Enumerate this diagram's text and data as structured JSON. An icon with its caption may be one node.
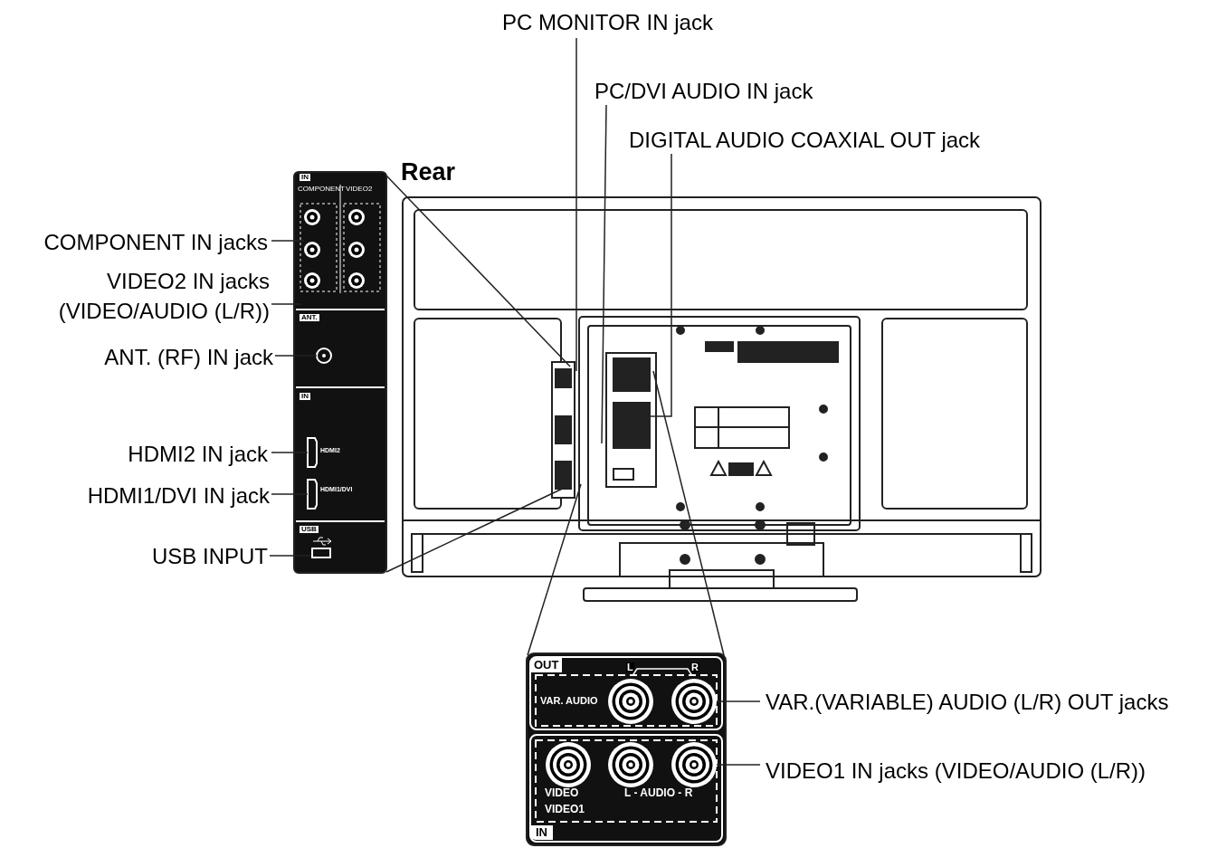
{
  "diagram": {
    "nodes": [
      {
        "text": [
          "PC MONITOR IN jack"
        ]
      },
      {
        "text": [
          "PC/DVI AUDIO IN jack"
        ]
      },
      {
        "text": [
          "DIGITAL AUDIO COAXIAL OUT jack"
        ]
      },
      {
        "text": [
          "COMPONENT IN jacks"
        ]
      },
      {
        "text": [
          "VIDEO2 IN jacks (VIDEO/AUDIO (L/R))"
        ]
      },
      {
        "text": [
          "ANT. (RF) IN jack"
        ]
      },
      {
        "text": [
          "HDMI2 IN jack"
        ]
      },
      {
        "text": [
          "HDMI1/DVI IN jack"
        ]
      },
      {
        "text": [
          "USB INPUT"
        ]
      },
      {
        "text": [
          "VAR.(VARIABLE) AUDIO (L/R) OUT jacks"
        ]
      },
      {
        "text": [
          "VIDEO1 IN jacks (VIDEO/AUDIO (L/R))"
        ]
      },
      {
        "text": [],
        "shape": "box"
      },
      {
        "text": [],
        "shape": "box"
      },
      {
        "text": [],
        "shape": "circle"
      },
      {
        "text": [],
        "shape": "circle"
      }
    ],
    "edges": [
      {
        "from": 0,
        "to": null,
        "arrow": "none"
      },
      {
        "from": 1,
        "to": null,
        "arrow": "none"
      },
      {
        "from": 2,
        "to": null,
        "arrow": "none"
      },
      {
        "from": 3,
        "to": null,
        "arrow": "none"
      },
      {
        "from": 4,
        "to": null,
        "arrow": "none"
      },
      {
        "from": 5,
        "to": null,
        "arrow": "none"
      },
      {
        "from": 6,
        "to": 11,
        "arrow": "none"
      },
      {
        "from": 7,
        "to": 12,
        "arrow": "none"
      },
      {
        "from": 8,
        "to": null,
        "arrow": "none"
      },
      {
        "from": 9,
        "to": 13,
        "arrow": "none"
      },
      {
        "from": 10,
        "to": 14,
        "arrow": "none"
      }
    ],
    "labels": [
      "Rear",
      "IN",
      "COMPONENT",
      "VIDEO2",
      "ANT.",
      "IN",
      "HDMI2",
      "HDMI1/DVI",
      "USB",
      "OUT",
      "L",
      "R",
      "VAR. AUDIO",
      "VIDEO",
      "L - AUDIO - R",
      "VIDEO1",
      "IN"
    ]
  }
}
